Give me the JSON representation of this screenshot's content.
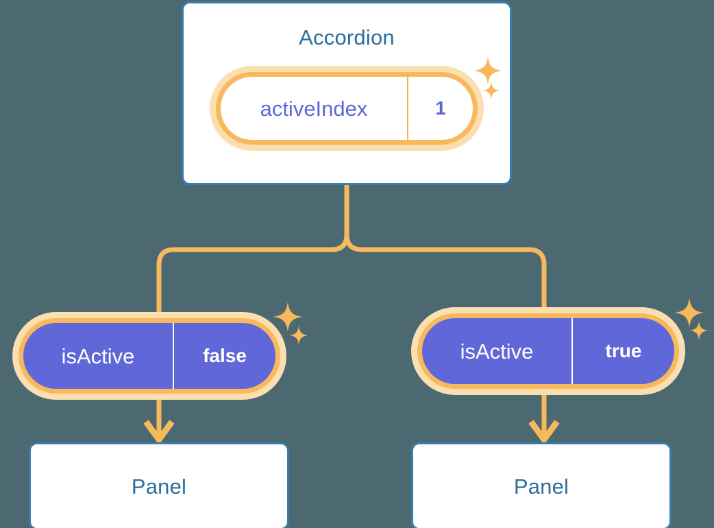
{
  "background_color": "#4C6871",
  "palette": {
    "card_border_blue": "#3A7CAE",
    "title_blue": "#2C6E9E",
    "pill_indigo": "#6067D8",
    "value_indigo": "#5C63DE",
    "connector_amber": "#F8B95D",
    "halo_amber": "#FBDFB0",
    "card_bg": "#FFFFFF"
  },
  "diagram": {
    "type": "component-state-tree",
    "root": {
      "title": "Accordion",
      "state": {
        "key": "activeIndex",
        "value": "1"
      },
      "sparkles": [
        "sparkle-large",
        "sparkle-small"
      ]
    },
    "branches": [
      {
        "side": "left",
        "prop": {
          "key": "isActive",
          "value": "false"
        },
        "child": {
          "title": "Panel"
        },
        "arrow": "arrow-down-icon",
        "sparkles": [
          "sparkle-large",
          "sparkle-small"
        ]
      },
      {
        "side": "right",
        "prop": {
          "key": "isActive",
          "value": "true"
        },
        "child": {
          "title": "Panel"
        },
        "arrow": "arrow-down-icon",
        "sparkles": [
          "sparkle-large",
          "sparkle-small"
        ]
      }
    ]
  }
}
